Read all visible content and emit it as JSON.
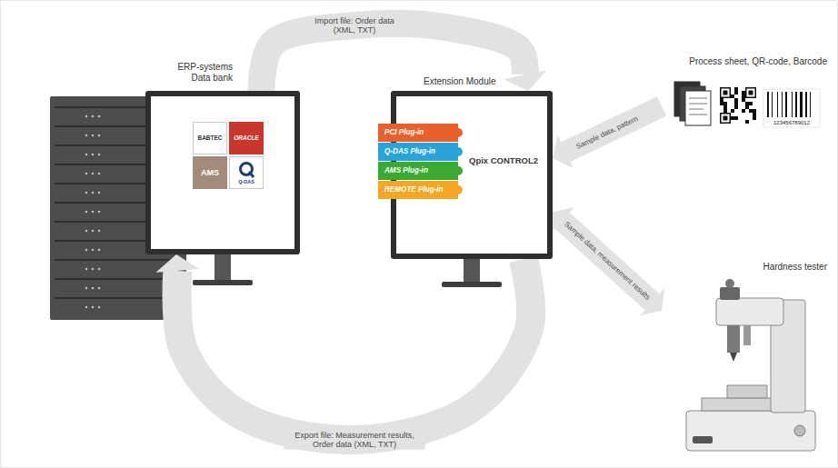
{
  "diagram": {
    "nodes": [
      {
        "text": [
          "ERP-systems Data bank"
        ]
      },
      {
        "text": [
          "BABTEC"
        ],
        "in": 0
      },
      {
        "text": [
          "ORACLE"
        ],
        "in": 0
      },
      {
        "text": [
          "AMS"
        ],
        "in": 0
      },
      {
        "text": [
          "Q-DAS"
        ],
        "in": 0
      },
      {
        "text": [
          "Extension Module",
          "Qpix CONTROL2"
        ]
      },
      {
        "text": [
          "PCI Plug-in"
        ],
        "in": 5
      },
      {
        "text": [
          "Q-DAS Plug-in"
        ],
        "in": 5
      },
      {
        "text": [
          "AMS Plug-in"
        ],
        "in": 5
      },
      {
        "text": [
          "REMOTE Plug-in"
        ],
        "in": 5
      },
      {
        "text": [
          "Process sheet, QR-code, Barcode"
        ]
      },
      {
        "text": [
          "Hardness tester"
        ]
      }
    ],
    "edges": [
      {
        "from": 0,
        "to": 5,
        "label": "Import file: Order data (XML, TXT)",
        "arrow": "to"
      },
      {
        "from": 5,
        "to": 0,
        "label": "Export file: Measurement results, Order data (XML, TXT)",
        "arrow": "to"
      },
      {
        "from": 10,
        "to": 5,
        "label": "Sample data, pattern",
        "arrow": "to"
      },
      {
        "from": 5,
        "to": 11,
        "label": "Sample data, measurement results",
        "arrow": "both"
      }
    ],
    "labels": [
      "123456789012"
    ]
  }
}
